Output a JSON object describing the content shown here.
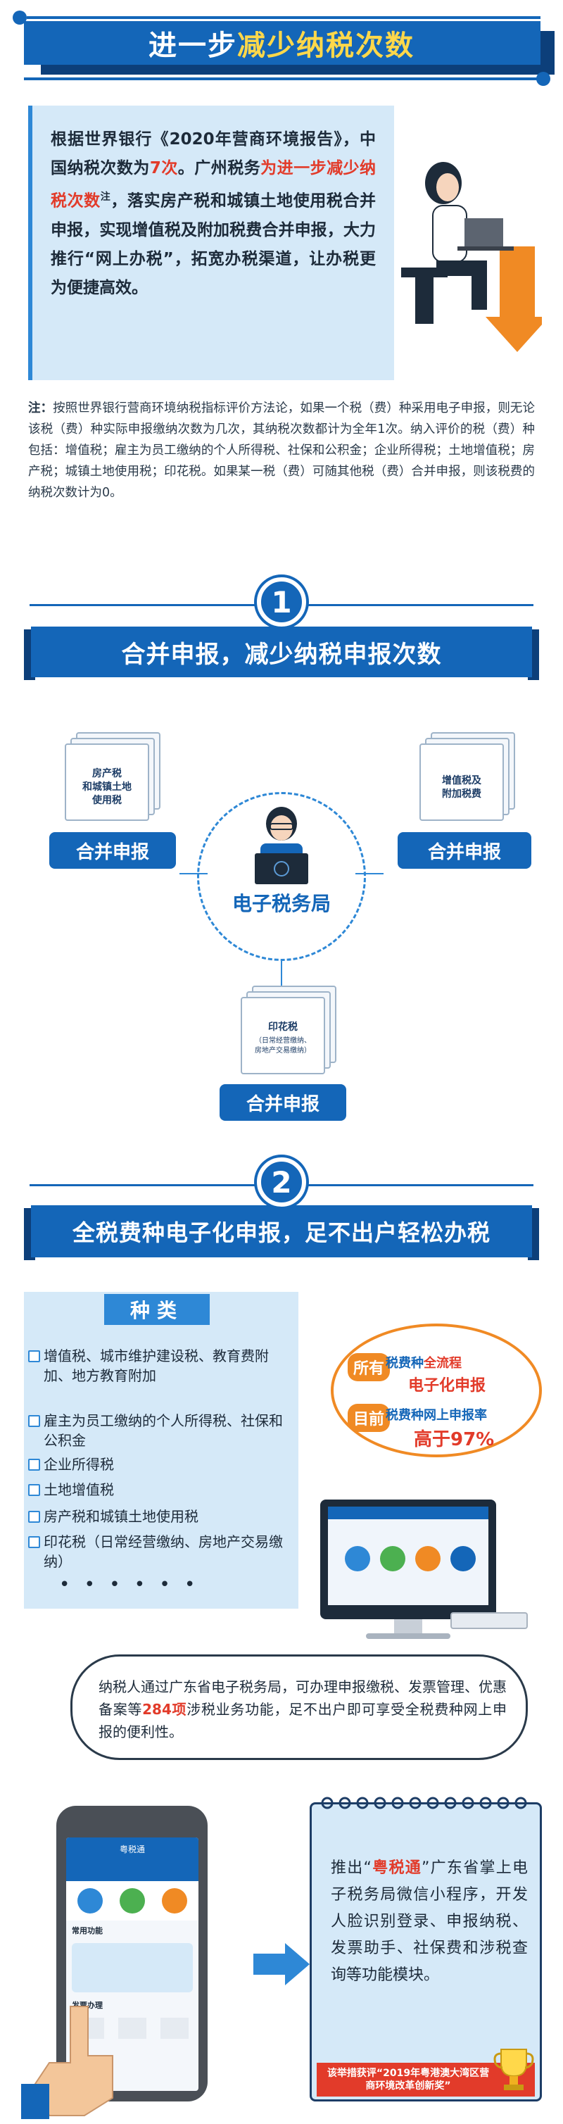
{
  "header": {
    "title_prefix": "进一步",
    "title_highlight": "减少纳税次数"
  },
  "intro": {
    "part1": "根据世界银行《2020年营商环境报告》，中国纳税次数为",
    "count": "7次",
    "part2": "。广州税务",
    "highlight": "为进一步减少纳税次数",
    "note_mark": "注",
    "part3": "，落实房产税和城镇土地使用税合并申报，实现增值税及附加税费合并申报，大力推行“网上办税”，拓宽办税渠道，让办税更为便捷高效。"
  },
  "note": {
    "label": "注：",
    "text": "按照世界银行营商环境纳税指标评价方法论，如果一个税（费）种采用电子申报，则无论该税（费）种实际申报缴纳次数为几次，其纳税次数都计为全年1次。纳入评价的税（费）种包括：增值税；雇主为员工缴纳的个人所得税、社保和公积金；企业所得税；土地增值税；房产税；城镇土地使用税；印花税。如果某一税（费）可随其他税（费）合并申报，则该税费的纳税次数计为0。"
  },
  "step1": {
    "number": "1",
    "title": "合并申报，减少纳税申报次数",
    "doc_left_label": "房产税\n和城镇土地\n使用税",
    "doc_right_label": "增值税及\n附加税费",
    "doc_bottom_label": "印花税",
    "doc_bottom_sub": "（日常经营缴纳、\n房地产交易缴纳）",
    "pill_left": "合并申报",
    "pill_right": "合并申报",
    "pill_bottom": "合并申报",
    "center": "电子税务局"
  },
  "step2": {
    "number": "2",
    "title": "全税费种电子化申报，足不出户轻松办税",
    "types_header": "种类",
    "types": [
      "增值税、城市维护建设税、教育费附加、地方教育附加",
      "雇主为员工缴纳的个人所得税、社保和公积金",
      "企业所得税",
      "土地增值税",
      "房产税和城镇土地使用税",
      "印花税（日常经营缴纳、房地产交易缴纳）"
    ],
    "types_more": "• • • • • •",
    "bubble": {
      "tag1": "所有",
      "line1a": "税费种",
      "line1b": "全流程",
      "line1c": "电子化申报",
      "tag2": "目前",
      "line2a": "税费种网上申报率",
      "line2b": "高于97%"
    },
    "cloud_a": "纳税人通过广东省电子税务局，可办理申报缴税、发票管理、优惠备案等",
    "cloud_count": "284项",
    "cloud_b": "涉税业务功能，足不出户即可享受全税费种网上申报的便利性。"
  },
  "step3": {
    "phone_title": "粤税通",
    "phone_section1": "常用功能",
    "phone_section2": "发票办理",
    "text_a": "推出“",
    "text_brand": "粤税通",
    "text_b": "”广东省掌上电子税务局微信小程序，开发人脸识别登录、申报纳税、发票助手、社保费和涉税查询等功能模块。",
    "award": "该举措获评“2019年粤港澳大湾区营商环境改革创新奖”"
  },
  "colors": {
    "primary": "#1466b8",
    "dark": "#0c3f7a",
    "light_panel": "#d5e9f8",
    "accent_red": "#e23b2a",
    "accent_orange": "#f08a24",
    "accent_yellow": "#ffd84a"
  }
}
